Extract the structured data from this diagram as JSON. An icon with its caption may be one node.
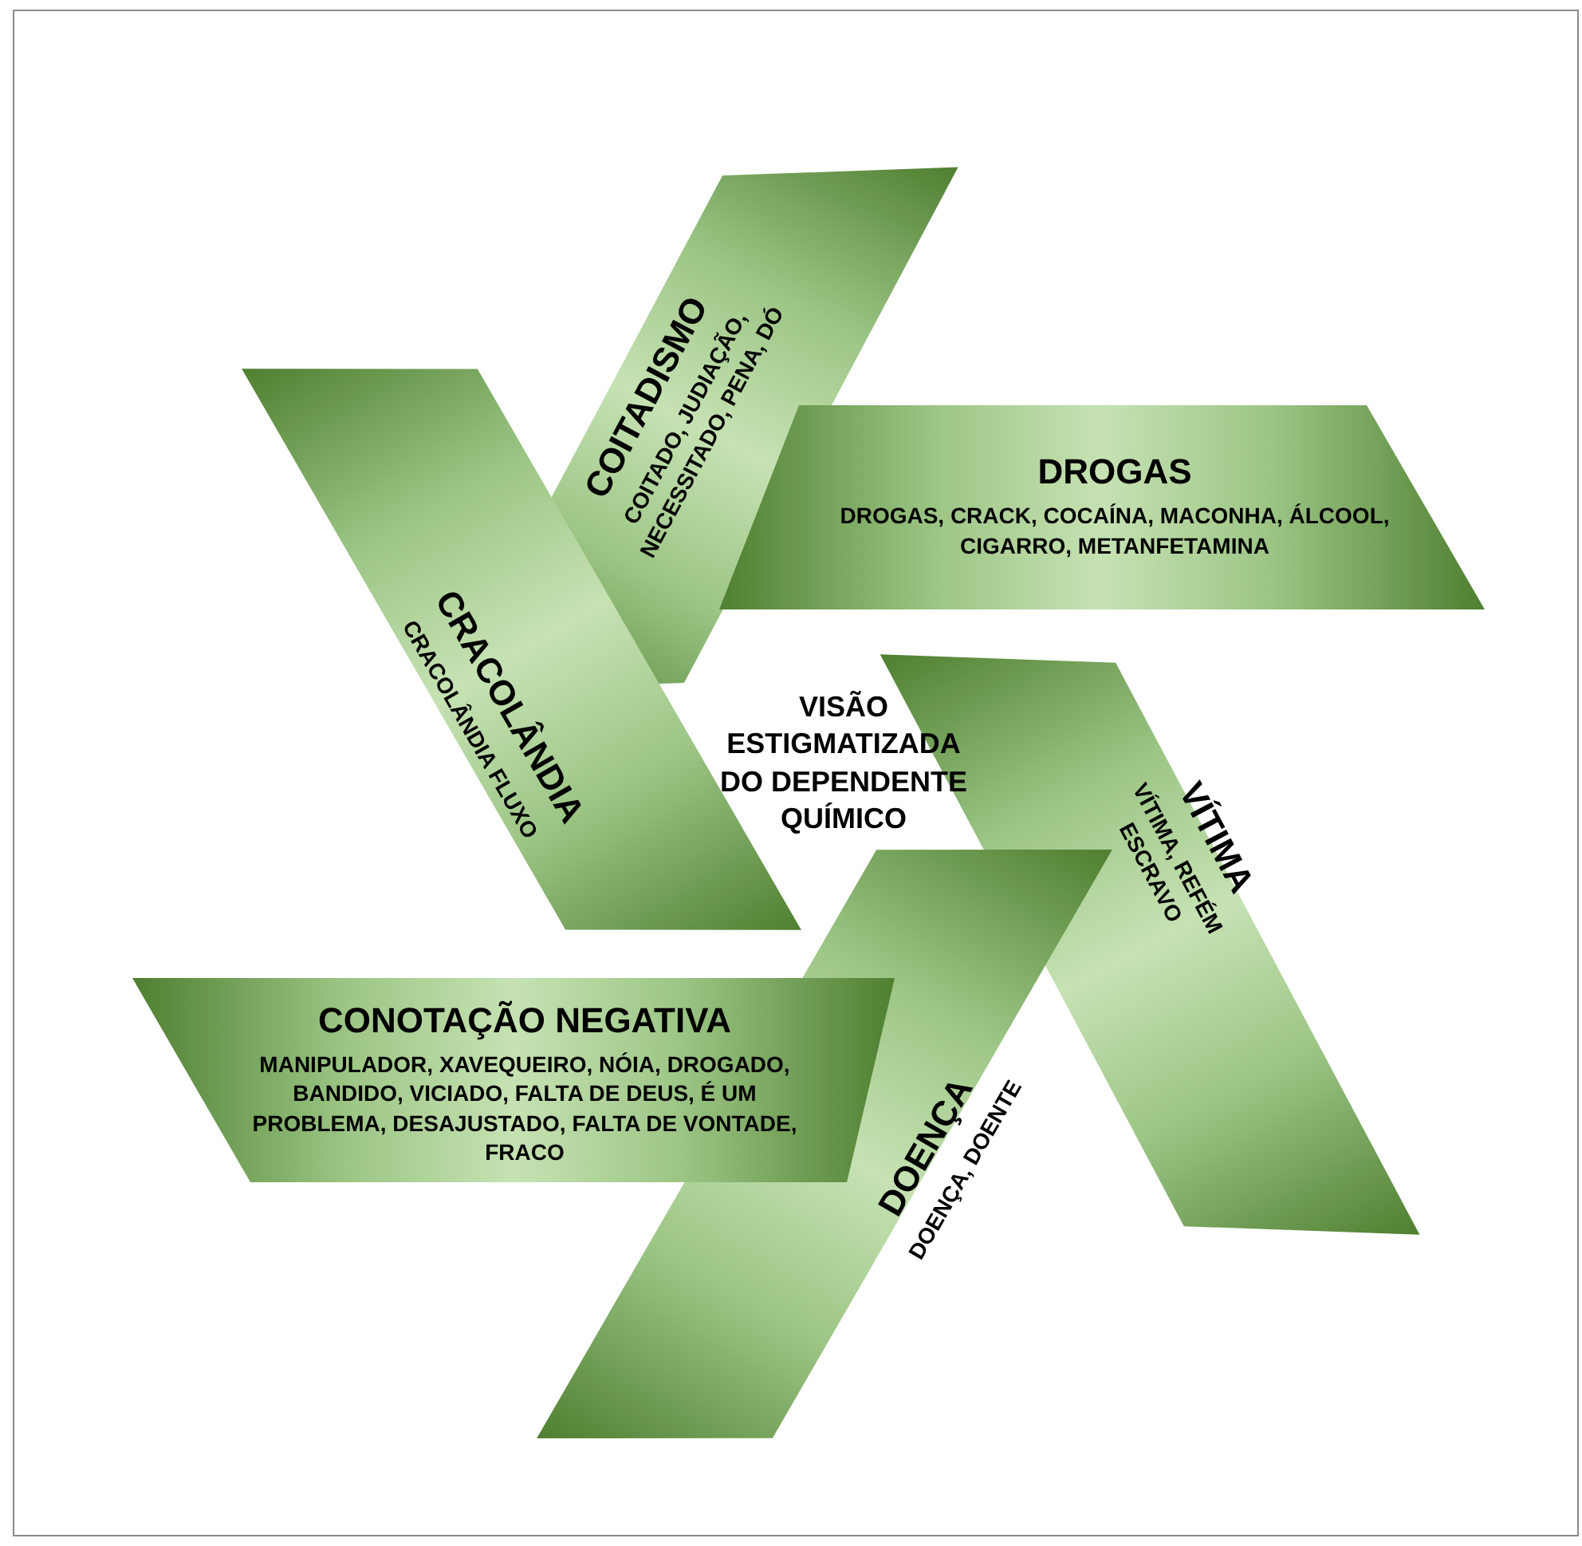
{
  "diagram": {
    "nodes": [
      {
        "text": [
          "COITADISMO",
          "COITADO, JUDIAÇÃO, NECESSITADO, PENA, DÓ"
        ]
      },
      {
        "text": [
          "DROGAS",
          "DROGAS, CRACK, COCAÍNA, MACONHA, ÁLCOOL, CIGARRO, METANFETAMINA"
        ]
      },
      {
        "text": [
          "CRACOLÂNDIA",
          "CRACOLÂNDIA FLUXO"
        ]
      },
      {
        "text": [
          "VISÃO ESTIGMATIZADA DO DEPENDENTE QUÍMICO"
        ]
      },
      {
        "text": [
          "VÍTIMA",
          "VÍTIMA, REFÉM ESCRAVO"
        ]
      },
      {
        "text": [
          "CONOTAÇÃO NEGATIVA",
          "MANIPULADOR, XAVEQUEIRO, NÓIA, DROGADO, BANDIDO, VICIADO, FALTA DE DEUS, É UM PROBLEMA, DESAJUSTADO, FALTA DE VONTADE, FRACO"
        ]
      },
      {
        "text": [
          "DOENÇA",
          "DOENÇA, DOENTE"
        ]
      }
    ]
  }
}
